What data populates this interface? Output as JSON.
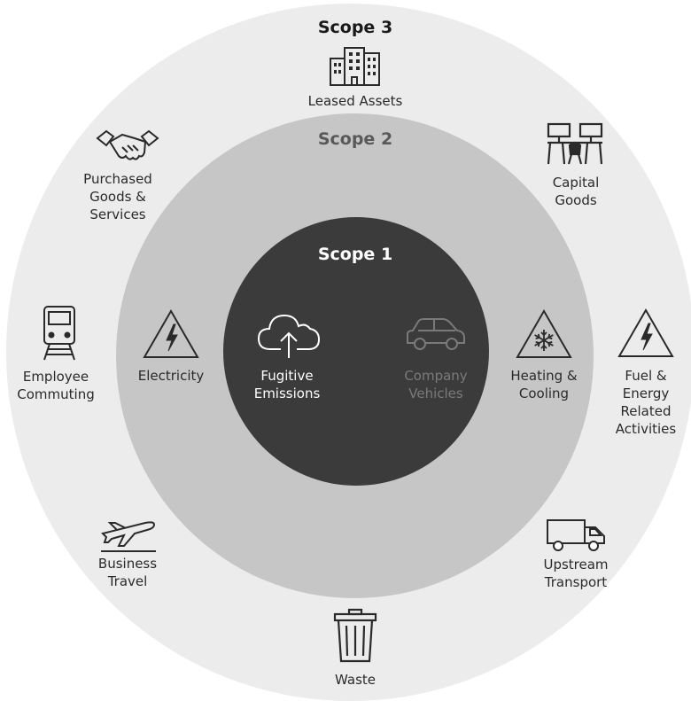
{
  "scope3": {
    "title": "Scope 3",
    "items": {
      "leased_assets": "Leased Assets",
      "capital_goods_l1": "Capital",
      "capital_goods_l2": "Goods",
      "purchased_l1": "Purchased",
      "purchased_l2": "Goods &",
      "purchased_l3": "Services",
      "employee_l1": "Employee",
      "employee_l2": "Commuting",
      "fuel_l1": "Fuel &",
      "fuel_l2": "Energy",
      "fuel_l3": "Related",
      "fuel_l4": "Activities",
      "business_l1": "Business",
      "business_l2": "Travel",
      "upstream_l1": "Upstream",
      "upstream_l2": "Transport",
      "waste": "Waste"
    }
  },
  "scope2": {
    "title": "Scope 2",
    "items": {
      "electricity": "Electricity",
      "heating_l1": "Heating &",
      "heating_l2": "Cooling"
    }
  },
  "scope1": {
    "title": "Scope 1",
    "items": {
      "fugitive_l1": "Fugitive",
      "fugitive_l2": "Emissions",
      "vehicles_l1": "Company",
      "vehicles_l2": "Vehicles"
    }
  },
  "colors": {
    "outer_ring": "#ececec",
    "middle_ring": "#c6c6c6",
    "inner_ring": "#3b3b3b",
    "dark_text": "#2a2a2a",
    "light_text": "#ffffff",
    "muted_text": "#7a7a7a"
  },
  "icons": {
    "leased_assets": "buildings-icon",
    "capital_goods": "workstations-icon",
    "purchased_goods": "handshake-icon",
    "employee_commuting": "train-icon",
    "fuel_energy": "high-voltage-warning-icon",
    "business_travel": "airplane-icon",
    "upstream_transport": "truck-icon",
    "waste": "trash-can-icon",
    "electricity": "high-voltage-warning-icon",
    "heating_cooling": "snowflake-warning-icon",
    "fugitive_emissions": "cloud-upload-icon",
    "company_vehicles": "car-icon"
  }
}
